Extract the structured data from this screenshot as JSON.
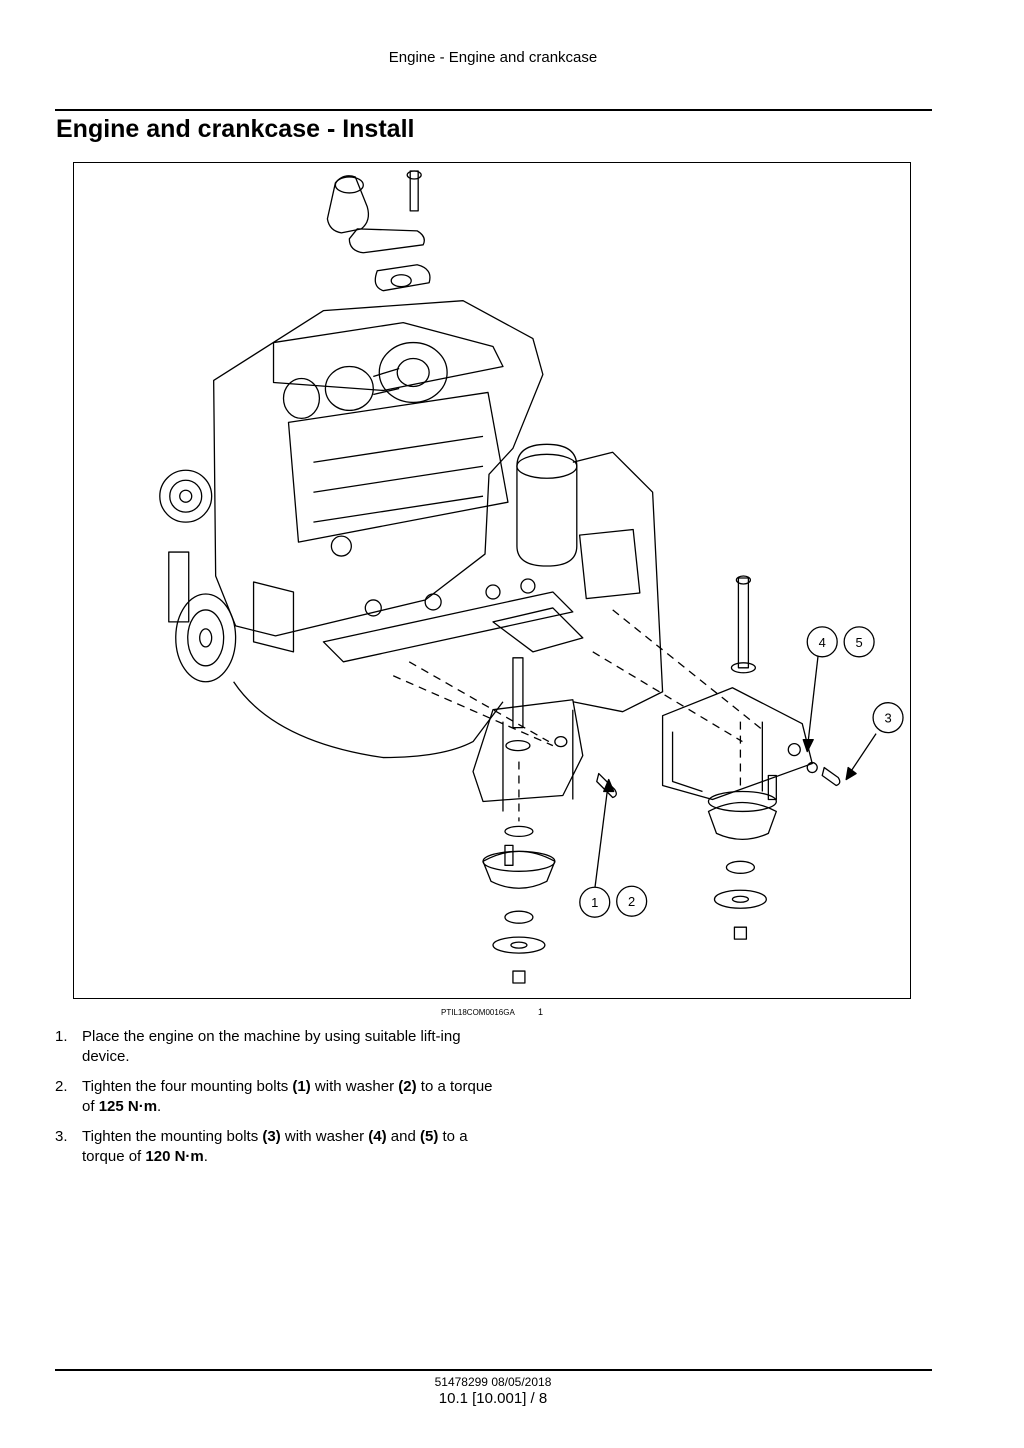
{
  "header": {
    "section": "Engine - Engine and crankcase"
  },
  "title": "Engine and crankcase - Install",
  "figure": {
    "code": "PTIL18COM0016GA",
    "number": "1",
    "callouts": [
      "1",
      "2",
      "3",
      "4",
      "5"
    ]
  },
  "steps": [
    {
      "num": "1.",
      "parts": [
        {
          "text": "Place the engine on the machine by using suitable lift-ing device.",
          "bold": false
        }
      ]
    },
    {
      "num": "2.",
      "parts": [
        {
          "text": "Tighten the four mounting bolts ",
          "bold": false
        },
        {
          "text": "(1)",
          "bold": true
        },
        {
          "text": " with washer ",
          "bold": false
        },
        {
          "text": "(2)",
          "bold": true
        },
        {
          "text": " to a torque of ",
          "bold": false
        },
        {
          "text": "125 N·m",
          "bold": true
        },
        {
          "text": ".",
          "bold": false
        }
      ]
    },
    {
      "num": "3.",
      "parts": [
        {
          "text": "Tighten the mounting bolts ",
          "bold": false
        },
        {
          "text": "(3)",
          "bold": true
        },
        {
          "text": " with washer ",
          "bold": false
        },
        {
          "text": "(4)",
          "bold": true
        },
        {
          "text": " and ",
          "bold": false
        },
        {
          "text": "(5)",
          "bold": true
        },
        {
          "text": " to a torque of ",
          "bold": false
        },
        {
          "text": "120 N·m",
          "bold": true
        },
        {
          "text": ".",
          "bold": false
        }
      ]
    }
  ],
  "footer": {
    "doc_id": "51478299 08/05/2018",
    "page": "10.1 [10.001] / 8"
  }
}
